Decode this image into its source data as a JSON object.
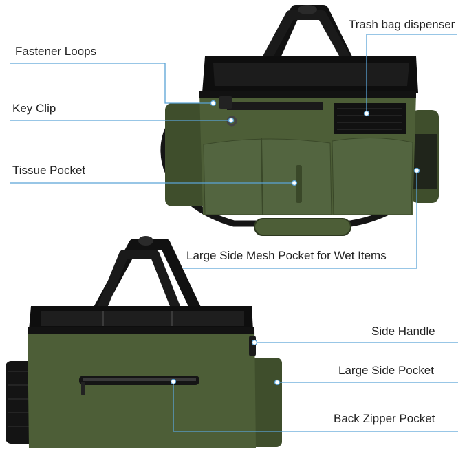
{
  "callouts": {
    "trash_bag_dispenser": "Trash bag dispenser",
    "fastener_loops": "Fastener Loops",
    "key_clip": "Key Clip",
    "tissue_pocket": "Tissue Pocket",
    "large_side_mesh_pocket": "Large Side Mesh Pocket for Wet Items",
    "side_handle": "Side Handle",
    "large_side_pocket": "Large Side Pocket",
    "back_zipper_pocket": "Back Zipper Pocket"
  },
  "colors": {
    "bag_green": "#4d5e37",
    "bag_green_dark": "#3f4e2c",
    "trim_black": "#121212",
    "leader_line": "#5aa3d6"
  }
}
